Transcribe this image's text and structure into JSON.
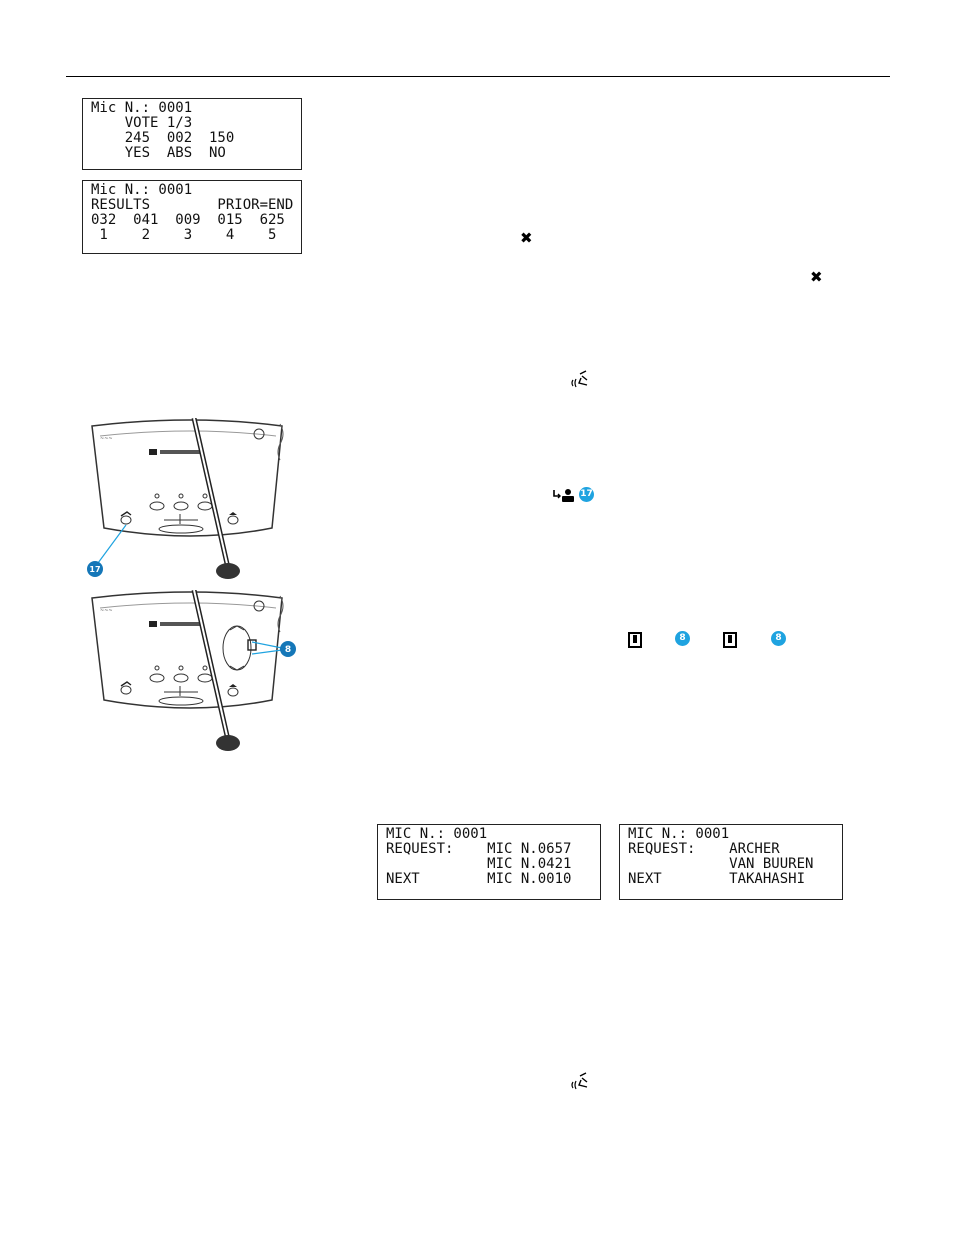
{
  "colors": {
    "badge_blue": "#1fa3e0",
    "badge_dark": "#1577b8"
  },
  "displays": {
    "vote": {
      "lines": [
        "Mic N.: 0001",
        "    VOTE 1/3",
        "    245  002  150",
        "    YES  ABS  NO"
      ]
    },
    "results": {
      "lines": [
        "Mic N.: 0001",
        "RESULTS        PRIOR=END",
        "032  041  009  015  625",
        " 1    2    3    4    5"
      ]
    },
    "request_numbers": {
      "lines": [
        "MIC N.: 0001",
        "REQUEST:    MIC N.0657",
        "            MIC N.0421",
        "NEXT        MIC N.0010"
      ]
    },
    "request_names": {
      "lines": [
        "MIC N.: 0001",
        "REQUEST:    ARCHER",
        "            VAN BUUREN",
        "NEXT        TAKAHASHI"
      ]
    }
  },
  "callouts": {
    "c17": "17",
    "c8": "8"
  },
  "icons": {
    "priority_1": "priority-icon",
    "priority_2": "priority-icon",
    "speak_1": "microphone-speak-icon",
    "next_request": "next-speaker-icon",
    "key_a": "key-icon",
    "key_b": "key-icon",
    "speak_2": "microphone-speak-icon"
  },
  "glyphs": {
    "priority": "✖",
    "speak": "🎤",
    "key": "▯"
  }
}
